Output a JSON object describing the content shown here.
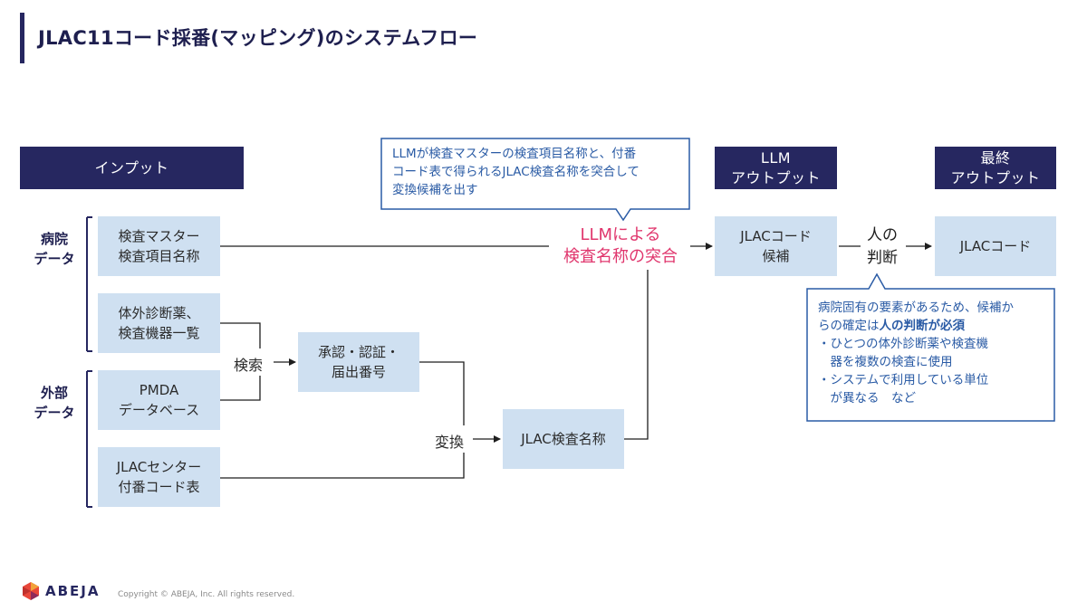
{
  "title": "JLAC11コード採番(マッピング)のシステムフロー",
  "headers": {
    "input": "インプット",
    "llm_output": [
      "LLM",
      "アウトプット"
    ],
    "final_output": [
      "最終",
      "アウトプット"
    ]
  },
  "groups": {
    "hospital": [
      "病院",
      "データ"
    ],
    "external": [
      "外部",
      "データ"
    ]
  },
  "boxes": {
    "master": [
      "検査マスター",
      "検査項目名称"
    ],
    "ivd": [
      "体外診断薬、",
      "検査機器一覧"
    ],
    "pmda": [
      "PMDA",
      "データベース"
    ],
    "jlac_center": [
      "JLACセンター",
      "付番コード表"
    ],
    "approval": [
      "承認・認証・",
      "届出番号"
    ],
    "jlac_name": [
      "JLAC検査名称"
    ],
    "candidate": [
      "JLACコード",
      "候補"
    ],
    "final": [
      "JLACコード"
    ]
  },
  "labels": {
    "search": "検索",
    "convert": "変換",
    "llm_match": [
      "LLMによる",
      "検査名称の突合"
    ],
    "human": [
      "人の",
      "判断"
    ]
  },
  "callout_top": [
    "LLMが検査マスターの検査項目名称と、付番",
    "コード表で得られるJLAC検査名称を突合して",
    "変換候補を出す"
  ],
  "callout_right": {
    "line1": "病院固有の要素があるため、候補か",
    "line2_prefix": "らの確定は",
    "line2_bold": "人の判断が必須",
    "line3": "・ひとつの体外診断薬や検査機",
    "line4": "　器を複数の検査に使用",
    "line5": "・システムで利用している単位",
    "line6": "　が異なる　など"
  },
  "footer": {
    "brand": "ABEJA",
    "copyright": "Copyright © ABEJA, Inc. All rights reserved."
  },
  "colors": {
    "navy": "#262760",
    "box": "#cfe0f1",
    "callout_blue": "#2a5ba5",
    "pink": "#e0366d"
  }
}
